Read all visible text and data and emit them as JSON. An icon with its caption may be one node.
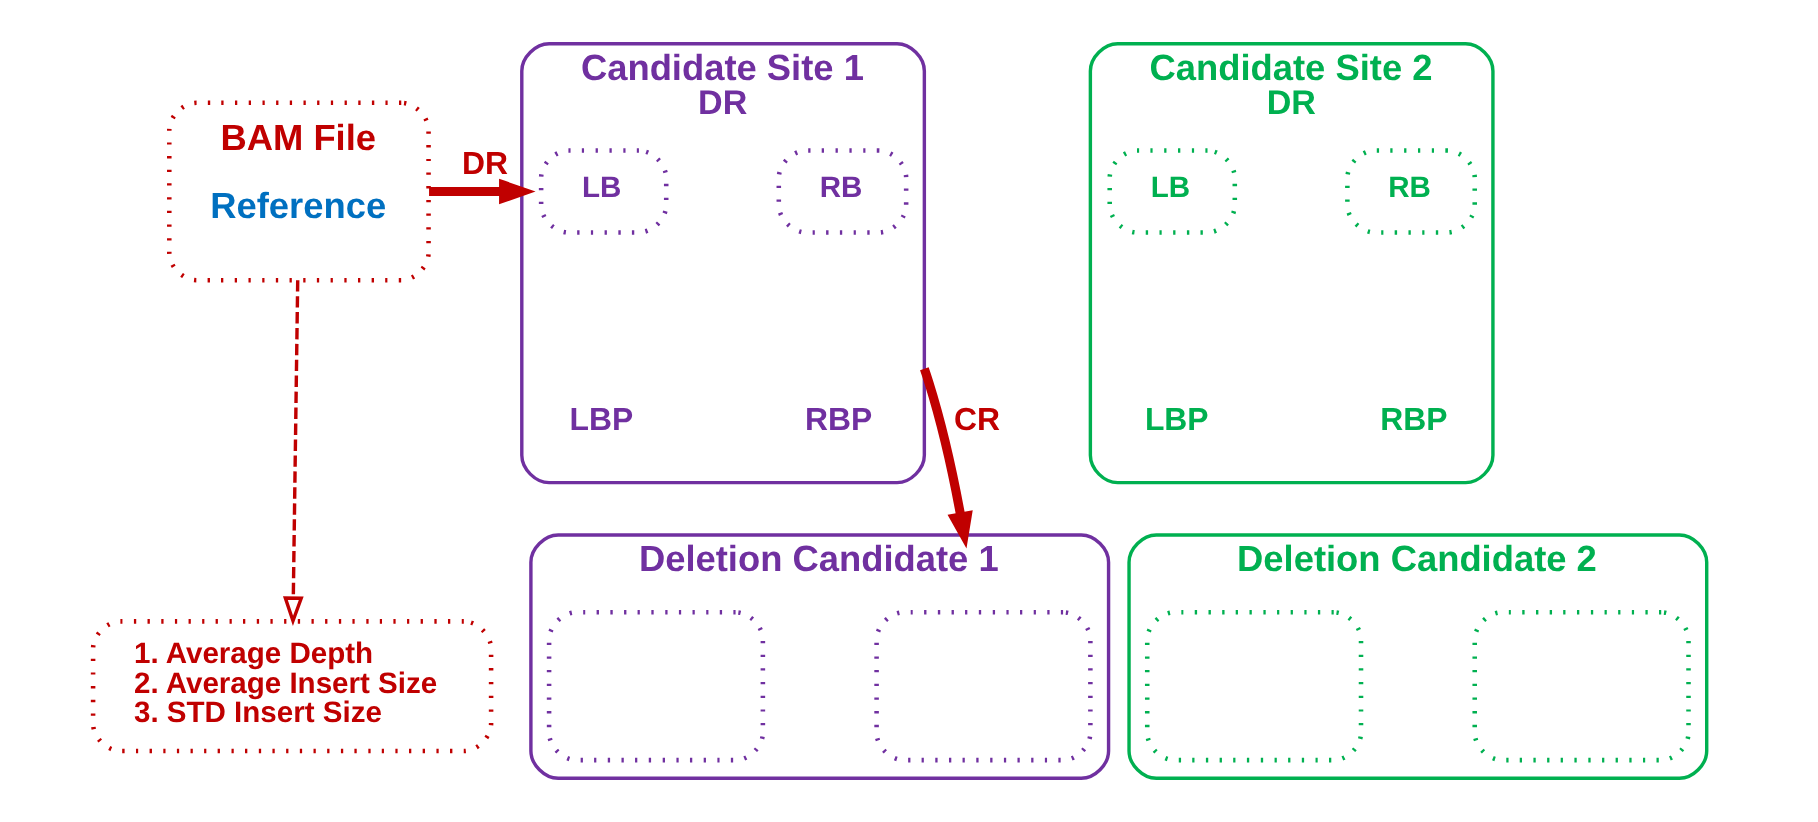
{
  "diagram": {
    "nodes": [
      {
        "text": [
          "BAM File",
          "Reference"
        ]
      },
      {
        "text": [
          "1. Average Depth",
          "2. Average Insert Size",
          "3. STD Insert Size"
        ]
      },
      {
        "text": [
          "Candidate Site 1",
          "DR"
        ]
      },
      {
        "text": [
          "LB"
        ],
        "in": 2
      },
      {
        "text": [
          "RB"
        ],
        "in": 2
      },
      {
        "text": [
          "Candidate Site 2",
          "DR"
        ]
      },
      {
        "text": [
          "LB"
        ],
        "in": 5
      },
      {
        "text": [
          "RB"
        ],
        "in": 5
      },
      {
        "text": [
          "Deletion Candidate 1"
        ]
      },
      {
        "text": [],
        "shape": "box",
        "in": 8
      },
      {
        "text": [],
        "shape": "box",
        "in": 8
      },
      {
        "text": [
          "Deletion Candidate 2"
        ]
      },
      {
        "text": [],
        "shape": "box",
        "in": 11
      },
      {
        "text": [],
        "shape": "box",
        "in": 11
      }
    ],
    "edges": [
      {
        "from": 0,
        "to": 1,
        "arrow": "to",
        "style": "dashed"
      },
      {
        "from": 0,
        "to": 2,
        "arrow": "to",
        "label": "DR"
      },
      {
        "from": 2,
        "to": 8,
        "arrow": "to",
        "label": "CR"
      }
    ],
    "labels": [
      "LBP",
      "RBP",
      "LBP",
      "RBP"
    ]
  }
}
